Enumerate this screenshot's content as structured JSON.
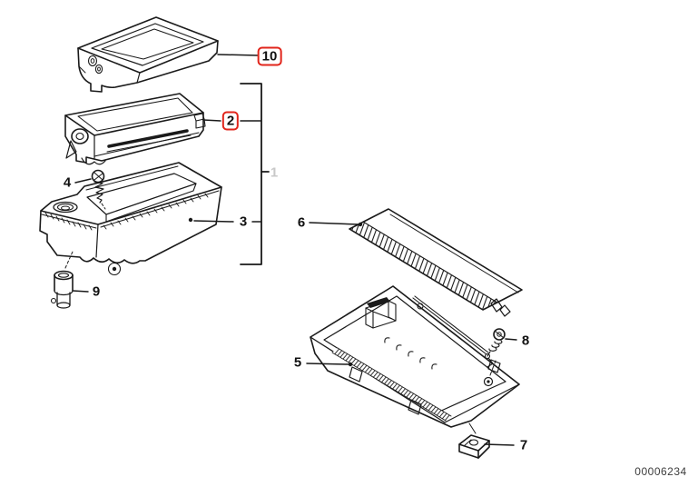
{
  "diagram": {
    "doc_number": "00006234",
    "colors": {
      "line": "#1a1a1a",
      "highlight": "#e1251b",
      "muted_label": "#c8c8c8",
      "background": "#ffffff"
    },
    "callouts": [
      {
        "label": "10",
        "part": "ashtray insert",
        "highlighted": true
      },
      {
        "label": "2",
        "part": "ashtray",
        "highlighted": true
      },
      {
        "label": "1",
        "part": "ashtray assembly group",
        "muted": true
      },
      {
        "label": "3",
        "part": "mounting bracket housing"
      },
      {
        "label": "4",
        "part": "screw"
      },
      {
        "label": "9",
        "part": "bulb socket"
      },
      {
        "label": "6",
        "part": "sliding cover"
      },
      {
        "label": "5",
        "part": "cover frame"
      },
      {
        "label": "8",
        "part": "screw with spring washer"
      },
      {
        "label": "7",
        "part": "clip nut"
      }
    ]
  }
}
